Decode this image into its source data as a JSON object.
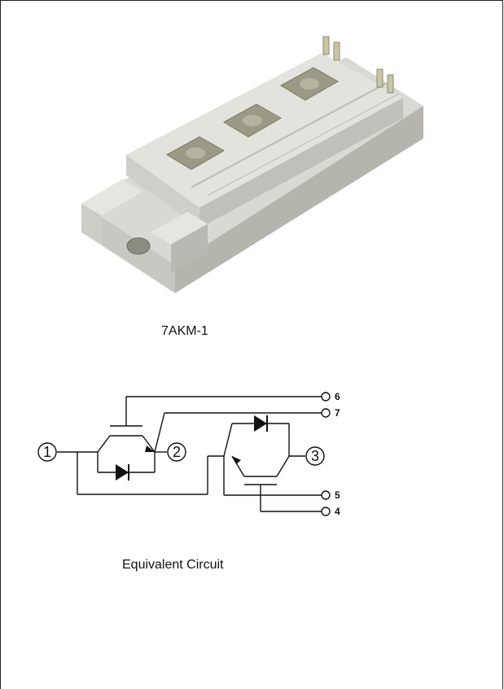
{
  "module_caption": "7AKM-1",
  "circuit_caption": "Equivalent Circuit",
  "nodes": [
    "1",
    "2",
    "3"
  ],
  "pins": [
    "6",
    "7",
    "5",
    "4"
  ]
}
